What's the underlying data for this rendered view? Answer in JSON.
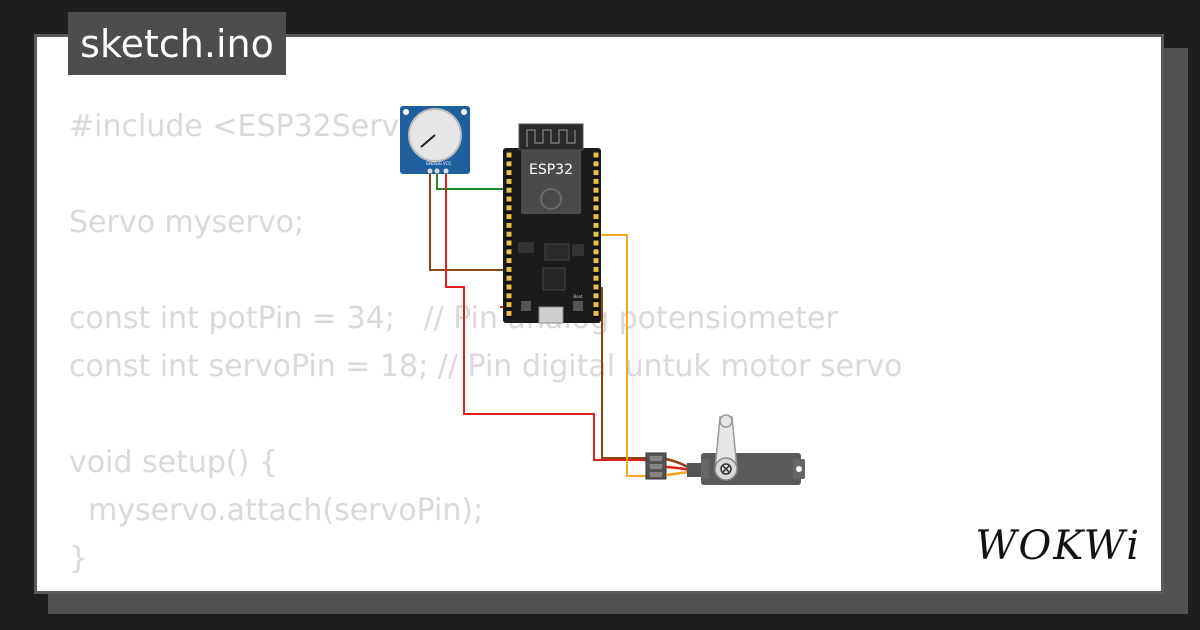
{
  "tab": {
    "title": "sketch.ino"
  },
  "code": {
    "lines": [
      "#include <ESP32Servo.h>",
      "",
      "Servo myservo;",
      "",
      "const int potPin = 34;   // Pin analog potensiometer",
      "const int servoPin = 18; // Pin digital untuk motor servo",
      "",
      "void setup() {",
      "  myservo.attach(servoPin);",
      "}"
    ]
  },
  "circuit": {
    "board_label": "ESP32",
    "pot_pins": [
      "GND",
      "SIG",
      "VCC"
    ],
    "boot_label": "Boot"
  },
  "brand": {
    "logo": "WOKWi"
  },
  "colors": {
    "wire_green": "#1a8a2a",
    "wire_brown": "#8b4513",
    "wire_red": "#e0201a",
    "wire_orange": "#f5a623",
    "pot_blue": "#1f5f9e",
    "board_black": "#1b1b1b"
  }
}
